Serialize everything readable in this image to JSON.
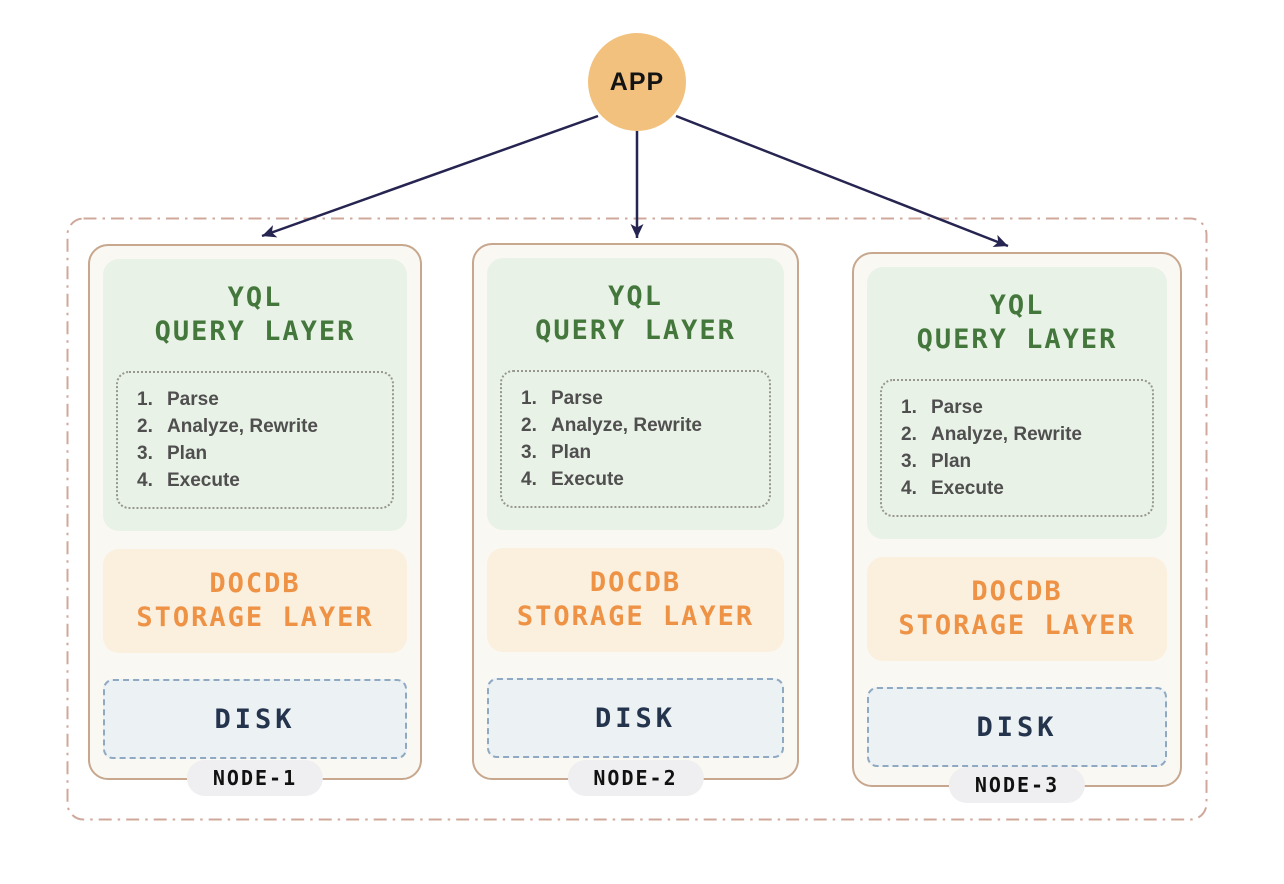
{
  "app": {
    "label": "APP"
  },
  "colors": {
    "app_circle": "#F2C17E",
    "arrow": "#262450",
    "outer_border": "#CFA89B",
    "node_background": "#FAF8F3",
    "node_border": "#C7A78D",
    "query_layer_background": "#E9F2E7",
    "query_layer_text": "#44773B",
    "storage_layer_background": "#FBEFDE",
    "storage_layer_text": "#EE9245",
    "disk_background": "#ECF1F4",
    "disk_border": "#8EA9C1",
    "disk_text": "#24344D",
    "steps_text": "#4F4F4F",
    "node_pill_background": "#EFEEF0"
  },
  "cluster": {
    "nodes": [
      {
        "name": "NODE-1",
        "query_layer": {
          "title_line1": "YQL",
          "title_line2": "QUERY LAYER",
          "steps": [
            {
              "num": "1.",
              "text": "Parse"
            },
            {
              "num": "2.",
              "text": "Analyze, Rewrite"
            },
            {
              "num": "3.",
              "text": "Plan"
            },
            {
              "num": "4.",
              "text": "Execute"
            }
          ]
        },
        "storage_layer": {
          "title_line1": "DOCDB",
          "title_line2": "STORAGE LAYER"
        },
        "disk": {
          "label": "DISK"
        }
      },
      {
        "name": "NODE-2",
        "query_layer": {
          "title_line1": "YQL",
          "title_line2": "QUERY LAYER",
          "steps": [
            {
              "num": "1.",
              "text": "Parse"
            },
            {
              "num": "2.",
              "text": "Analyze, Rewrite"
            },
            {
              "num": "3.",
              "text": "Plan"
            },
            {
              "num": "4.",
              "text": "Execute"
            }
          ]
        },
        "storage_layer": {
          "title_line1": "DOCDB",
          "title_line2": "STORAGE LAYER"
        },
        "disk": {
          "label": "DISK"
        }
      },
      {
        "name": "NODE-3",
        "query_layer": {
          "title_line1": "YQL",
          "title_line2": "QUERY LAYER",
          "steps": [
            {
              "num": "1.",
              "text": "Parse"
            },
            {
              "num": "2.",
              "text": "Analyze, Rewrite"
            },
            {
              "num": "3.",
              "text": "Plan"
            },
            {
              "num": "4.",
              "text": "Execute"
            }
          ]
        },
        "storage_layer": {
          "title_line1": "DOCDB",
          "title_line2": "STORAGE LAYER"
        },
        "disk": {
          "label": "DISK"
        }
      }
    ]
  }
}
